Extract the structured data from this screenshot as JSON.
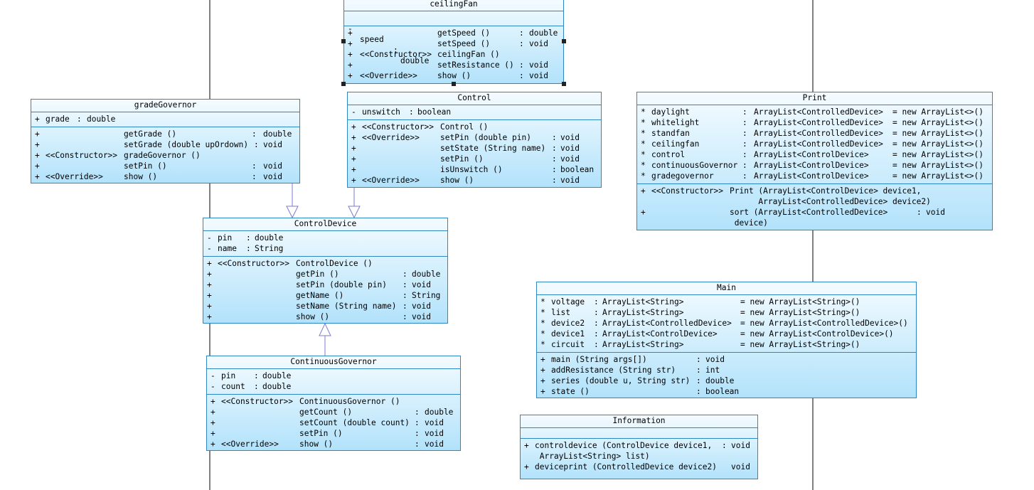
{
  "colors": {
    "border": "#2f86c4",
    "fill_top": "#f4fbff",
    "fill_bottom": "#b2e2fb",
    "lifeline": "#000000",
    "generalization": "#7b7bd0"
  },
  "classes": {
    "ceilingFan": {
      "name": "ceilingFan",
      "attributes": [
        [
          "-",
          "speed",
          ":",
          "double"
        ]
      ],
      "methods": [
        [
          "+",
          "",
          "getSpeed ()",
          ":",
          "double"
        ],
        [
          "+",
          "",
          "setSpeed ()",
          ":",
          "void"
        ],
        [
          "+",
          "<<Constructor>>",
          "ceilingFan ()",
          "",
          ""
        ],
        [
          "+",
          "",
          "setResistance ()",
          ":",
          "void"
        ],
        [
          "+",
          "<<Override>>",
          "show ()",
          ":",
          "void"
        ]
      ]
    },
    "gradeGovernor": {
      "name": "gradeGovernor",
      "attributes": [
        [
          "+",
          "grade",
          ":",
          "double"
        ]
      ],
      "methods": [
        [
          "+",
          "",
          "getGrade ()",
          ":",
          "double"
        ],
        [
          "+",
          "",
          "setGrade (double upOrdown)",
          ":",
          "void"
        ],
        [
          "+",
          "<<Constructor>>",
          "gradeGovernor ()",
          "",
          ""
        ],
        [
          "+",
          "",
          "setPin ()",
          ":",
          "void"
        ],
        [
          "+",
          "<<Override>>",
          "show ()",
          ":",
          "void"
        ]
      ]
    },
    "Control": {
      "name": "Control",
      "attributes": [
        [
          "-",
          "unswitch",
          ":",
          "boolean"
        ]
      ],
      "methods": [
        [
          "+",
          "<<Constructor>>",
          "Control ()",
          "",
          ""
        ],
        [
          "+",
          "<<Override>>",
          "setPin (double pin)",
          ":",
          "void"
        ],
        [
          "+",
          "",
          "setState (String name)",
          ":",
          "void"
        ],
        [
          "+",
          "",
          "setPin ()",
          ":",
          "void"
        ],
        [
          "+",
          "",
          "isUnswitch ()",
          ":",
          "boolean"
        ],
        [
          "+",
          "<<Override>>",
          "show ()",
          ":",
          "void"
        ]
      ]
    },
    "Print": {
      "name": "Print",
      "attributes": [
        [
          "*",
          "daylight",
          ":",
          "ArrayList<ControlledDevice>",
          "= new ArrayList<>()"
        ],
        [
          "*",
          "whitelight",
          ":",
          "ArrayList<ControlledDevice>",
          "= new ArrayList<>()"
        ],
        [
          "*",
          "standfan",
          ":",
          "ArrayList<ControlledDevice>",
          "= new ArrayList<>()"
        ],
        [
          "*",
          "ceilingfan",
          ":",
          "ArrayList<ControlledDevice>",
          "= new ArrayList<>()"
        ],
        [
          "*",
          "control",
          ":",
          "ArrayList<ControlDevice>",
          "= new ArrayList<>()"
        ],
        [
          "*",
          "continuousGovernor",
          ":",
          "ArrayList<ControlDevice>",
          "= new ArrayList<>()"
        ],
        [
          "*",
          "gradegovernor",
          ":",
          "ArrayList<ControlDevice>",
          "= new ArrayList<>()"
        ]
      ],
      "methods": [
        [
          "+",
          "<<Constructor>>",
          "Print (ArrayList<ControlDevice> device1,\n      ArrayList<ControlledDevice> device2)",
          "",
          ""
        ],
        [
          "+",
          "",
          "sort (ArrayList<ControlledDevice>\n device)",
          ":",
          "void"
        ]
      ]
    },
    "ControlDevice": {
      "name": "ControlDevice",
      "attributes": [
        [
          "-",
          "pin",
          ":",
          "double"
        ],
        [
          "-",
          "name",
          ":",
          "String"
        ]
      ],
      "methods": [
        [
          "+",
          "<<Constructor>>",
          "ControlDevice ()",
          "",
          ""
        ],
        [
          "+",
          "",
          "getPin ()",
          ":",
          "double"
        ],
        [
          "+",
          "",
          "setPin (double pin)",
          ":",
          "void"
        ],
        [
          "+",
          "",
          "getName ()",
          ":",
          "String"
        ],
        [
          "+",
          "",
          "setName (String name)",
          ":",
          "void"
        ],
        [
          "+",
          "",
          "show ()",
          ":",
          "void"
        ]
      ]
    },
    "Main": {
      "name": "Main",
      "attributes": [
        [
          "*",
          "voltage",
          ":",
          "ArrayList<String>",
          "= new ArrayList<String>()"
        ],
        [
          "*",
          "list",
          ":",
          "ArrayList<String>",
          "= new ArrayList<String>()"
        ],
        [
          "*",
          "device2",
          ":",
          "ArrayList<ControlledDevice>",
          "= new ArrayList<ControlledDevice>()"
        ],
        [
          "*",
          "device1",
          ":",
          "ArrayList<ControlDevice>",
          "= new ArrayList<ControlDevice>()"
        ],
        [
          "*",
          "circuit",
          ":",
          "ArrayList<String>",
          "= new ArrayList<String>()"
        ]
      ],
      "methods": [
        [
          "+",
          "",
          "main (String args[])",
          ":",
          "void"
        ],
        [
          "+",
          "",
          "addResistance (String str)",
          ":",
          "int"
        ],
        [
          "+",
          "",
          "series (double u, String str)",
          ":",
          "double"
        ],
        [
          "+",
          "",
          "state ()",
          ":",
          "boolean"
        ]
      ]
    },
    "ContinuousGovernor": {
      "name": "ContinuousGovernor",
      "attributes": [
        [
          "-",
          "pin",
          ":",
          "double"
        ],
        [
          "-",
          "count",
          ":",
          "double"
        ]
      ],
      "methods": [
        [
          "+",
          "<<Constructor>>",
          "ContinuousGovernor ()",
          "",
          ""
        ],
        [
          "+",
          "",
          "getCount ()",
          ":",
          "double"
        ],
        [
          "+",
          "",
          "setCount (double count)",
          ":",
          "void"
        ],
        [
          "+",
          "",
          "setPin ()",
          ":",
          "void"
        ],
        [
          "+",
          "<<Override>>",
          "show ()",
          ":",
          "void"
        ]
      ]
    },
    "Information": {
      "name": "Information",
      "attributes": [],
      "methods": [
        [
          "+",
          "",
          "controldevice (ControlDevice device1,\n ArrayList<String> list)",
          ":",
          "void"
        ],
        [
          "+",
          "",
          "deviceprint (ControlledDevice device2)",
          "",
          "void"
        ]
      ]
    }
  }
}
